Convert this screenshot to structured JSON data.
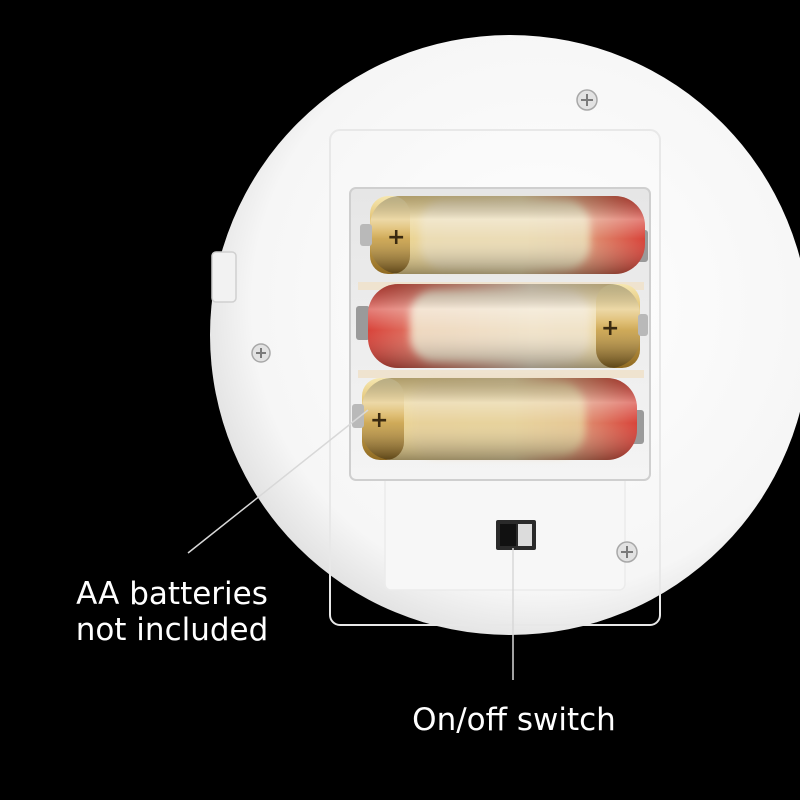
{
  "image": {
    "subject": "Battery compartment on the back of a round white light",
    "background_color": "#000000",
    "housing_color": "#ffffff",
    "battery_count": 3,
    "battery_type": "AA",
    "battery_colors": [
      "#e8c873",
      "#d8453a"
    ]
  },
  "callouts": {
    "batteries": {
      "line1": "AA batteries",
      "line2": "not included"
    },
    "switch": {
      "label": "On/off switch"
    }
  }
}
